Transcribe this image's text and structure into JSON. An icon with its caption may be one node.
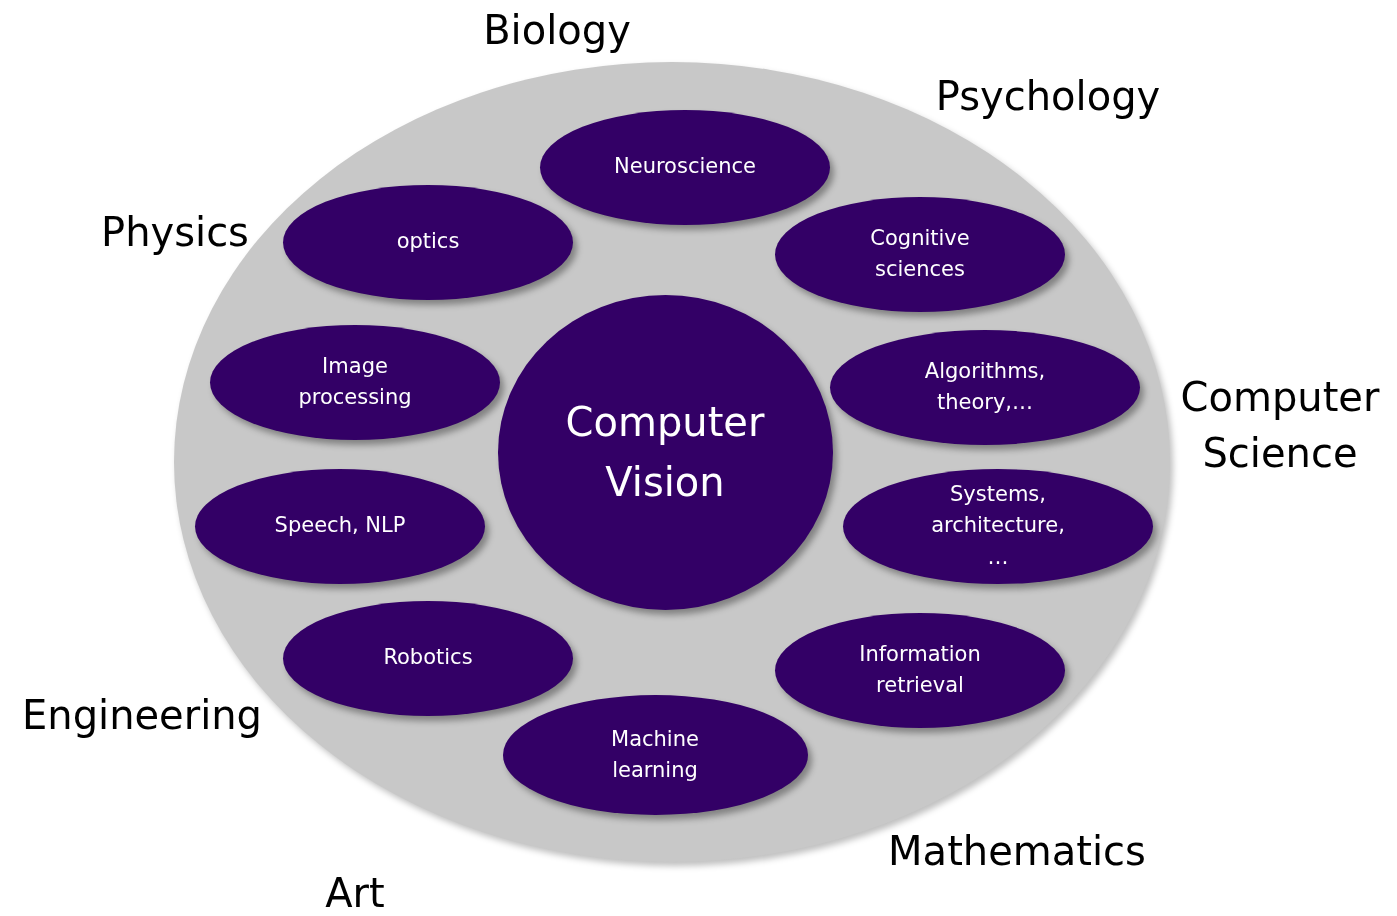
{
  "diagram": {
    "nodes": [
      {
        "text": [],
        "shape": "ellipse"
      },
      {
        "text": [
          "Neuroscience"
        ],
        "in": 0
      },
      {
        "text": [
          "optics"
        ],
        "in": 0
      },
      {
        "text": [
          "Cognitive sciences"
        ],
        "in": 0
      },
      {
        "text": [
          "Image processing"
        ],
        "in": 0
      },
      {
        "text": [
          "Computer Vision"
        ],
        "in": 0
      },
      {
        "text": [
          "Algorithms, theory,…"
        ],
        "in": 0
      },
      {
        "text": [
          "Speech, NLP"
        ],
        "in": 0
      },
      {
        "text": [
          "Systems, architecture, …"
        ],
        "in": 0
      },
      {
        "text": [
          "Robotics"
        ],
        "in": 0
      },
      {
        "text": [
          "Information retrieval"
        ],
        "in": 0
      },
      {
        "text": [
          "Machine learning"
        ],
        "in": 0
      }
    ],
    "edges": [],
    "labels": [
      "Biology",
      "Psychology",
      "Physics",
      "Computer Science",
      "Engineering",
      "Mathematics",
      "Art"
    ]
  }
}
